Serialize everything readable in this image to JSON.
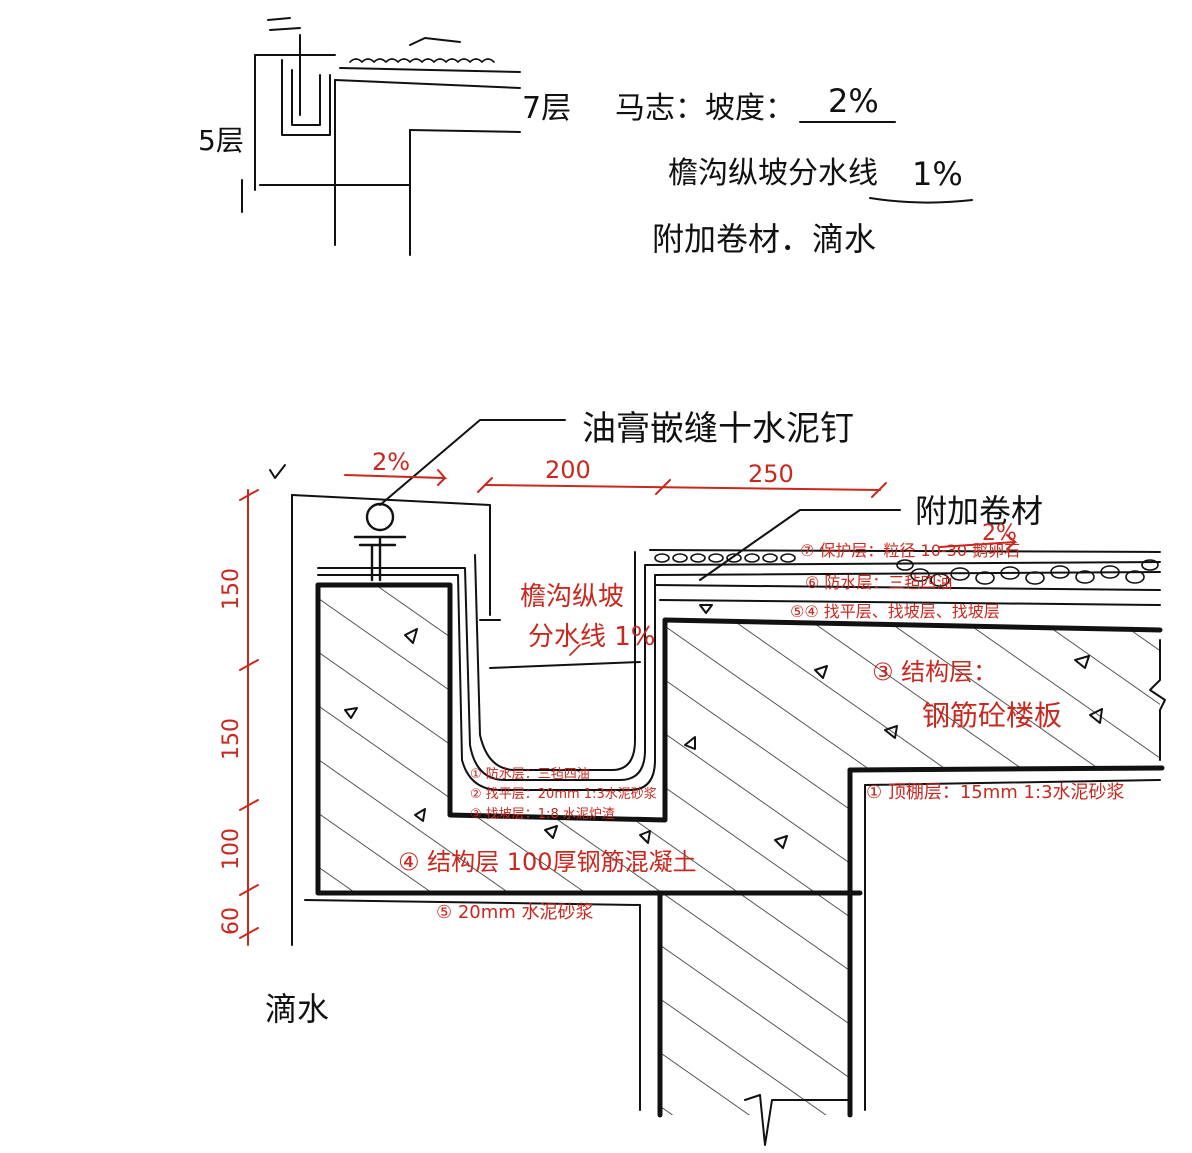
{
  "top_sketch": {
    "label_left": "5层",
    "label_right": "7层",
    "note_slope_prefix": "马志：坡度：",
    "note_slope_value": "2%",
    "note_gutter_prefix": "檐沟纵坡分水线",
    "note_gutter_value": "1%",
    "note_extra": "附加卷材．滴水"
  },
  "detail": {
    "callout_top": "油膏嵌缝十水泥钉",
    "callout_right": "附加卷材",
    "dim_slope": "2%",
    "dim_200": "200",
    "dim_250": "250",
    "vdims": [
      "150",
      "150",
      "100",
      "60"
    ],
    "gutter_note_1": "檐沟纵坡",
    "gutter_note_2": "分水线 1%",
    "roof_slope": "2%",
    "layer_protect": "⑦ 保护层：粒径 10-30 鹅卵石",
    "layer_waterproof": "⑥ 防水层：三毡四油",
    "layer_screed": "⑤④ 找平层、找坡层、找坡层",
    "layer_struct_roof": "③ 结构层：",
    "layer_struct_roof_2": "钢筋砼楼板",
    "gutter_layer_1": "① 防水层：三毡四油",
    "gutter_layer_2": "② 找平层：20mm 1:3水泥砂浆",
    "gutter_layer_3": "③ 找坡层：1:8 水泥炉渣",
    "gutter_struct": "④ 结构层 100厚钢筋混凝土",
    "plaster_bottom": "⑤ 20mm 水泥砂浆",
    "ceiling_layer": "① 顶棚层：15mm 1:3水泥砂浆",
    "drip": "滴水"
  }
}
